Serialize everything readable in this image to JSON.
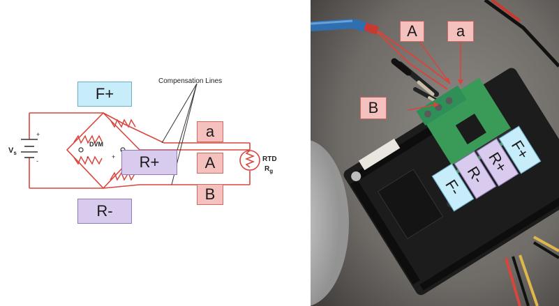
{
  "schematic": {
    "source_label": "V",
    "source_subscript": "s",
    "plus_sign": "+",
    "minus_sign": "-",
    "meter_label": "DVM",
    "compensation_label": "Compensation Lines",
    "rtd_label": "RTD",
    "rtd_resistance": "R",
    "rtd_subscript": "g",
    "tags": {
      "f_plus": "F+",
      "r_plus": "R+",
      "r_minus": "R-",
      "a_lower": "a",
      "a_upper": "A",
      "b_upper": "B"
    }
  },
  "photo": {
    "tags": {
      "a_upper": "A",
      "a_lower": "a",
      "b_upper": "B",
      "f_plus": "F+",
      "r_plus": "R+",
      "r_minus": "R-",
      "f_minus": "F-"
    }
  },
  "colors": {
    "wire_red": "#d9443c",
    "tag_red": "#f4c1bf",
    "tag_blue": "#c7ecfa",
    "tag_purple": "#d8cbee",
    "board_green": "#3a9a58",
    "board_black": "#1c1c1c"
  }
}
